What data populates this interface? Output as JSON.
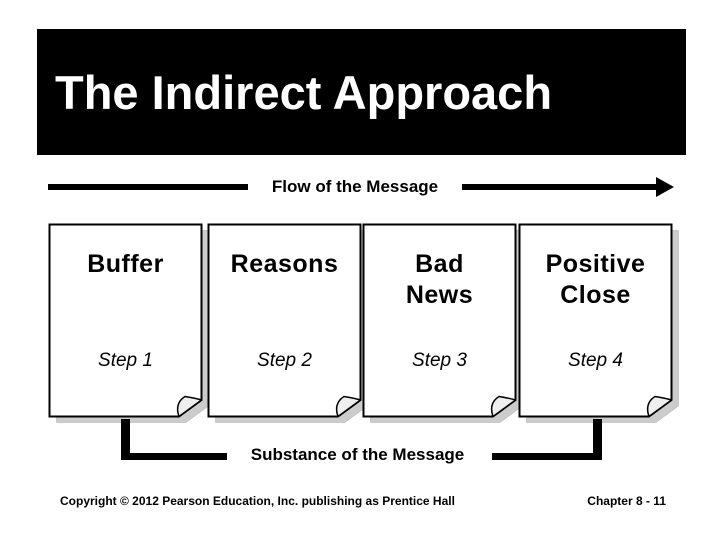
{
  "slide": {
    "title": "The Indirect Approach",
    "flow": {
      "label": "Flow of the Message"
    },
    "cards": [
      {
        "title": "Buffer",
        "title_line1": "Buffer",
        "title_line2": "",
        "step": "Step 1"
      },
      {
        "title": "Reasons",
        "title_line1": "Reasons",
        "title_line2": "",
        "step": "Step 2"
      },
      {
        "title": "Bad News",
        "title_line1": "Bad",
        "title_line2": "News",
        "step": "Step 3"
      },
      {
        "title": "Positive Close",
        "title_line1": "Positive",
        "title_line2": "Close",
        "step": "Step 4"
      }
    ],
    "substance": {
      "label": "Substance of the Message"
    },
    "footer": {
      "copyright": "Copyright © 2012 Pearson Education, Inc. publishing as Prentice Hall",
      "chapter": "Chapter 8 - 11"
    },
    "colors": {
      "banner_bg": "#000000",
      "banner_text": "#ffffff",
      "line": "#000000",
      "card_bg": "#ffffff",
      "card_border": "#000000",
      "card_shadow": "#cccccc"
    }
  }
}
